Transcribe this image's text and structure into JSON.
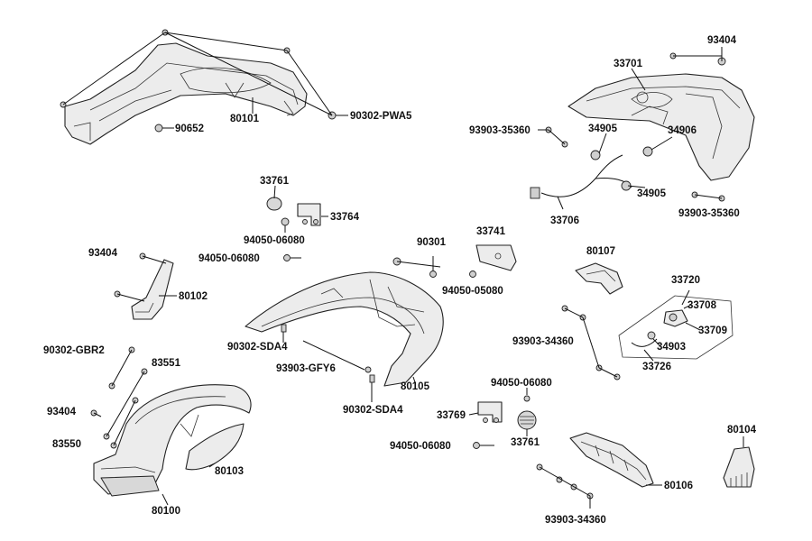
{
  "diagram": {
    "labels": {
      "p80101": "80101",
      "p90652": "90652",
      "p90302_pwa5": "90302-PWA5",
      "p93404_top": "93404",
      "p33701": "33701",
      "p93903_35360_a": "93903-35360",
      "p34905_a": "34905",
      "p34906": "34906",
      "p34905_b": "34905",
      "p33706": "33706",
      "p93903_35360_b": "93903-35360",
      "p33761_a": "33761",
      "p33764": "33764",
      "p94050_06080_a": "94050-06080",
      "p94050_06080_b": "94050-06080",
      "p93404_left": "93404",
      "p80102": "80102",
      "p33741": "33741",
      "p90301": "90301",
      "p94050_05080": "94050-05080",
      "p80107": "80107",
      "p33720": "33720",
      "p33708": "33708",
      "p33709": "33709",
      "p34903": "34903",
      "p33726": "33726",
      "p93903_34360_a": "93903-34360",
      "p90302_gbr2": "90302-GBR2",
      "p83551": "83551",
      "p90302_sda4_a": "90302-SDA4",
      "p93903_gfy6": "93903-GFY6",
      "p80105": "80105",
      "p90302_sda4_b": "90302-SDA4",
      "p93404_bottom": "93404",
      "p83550": "83550",
      "p80103": "80103",
      "p80100": "80100",
      "p94050_06080_c": "94050-06080",
      "p33769": "33769",
      "p94050_06080_d": "94050-06080",
      "p33761_b": "33761",
      "p80106": "80106",
      "p80104": "80104",
      "p93903_34360_b": "93903-34360"
    }
  }
}
